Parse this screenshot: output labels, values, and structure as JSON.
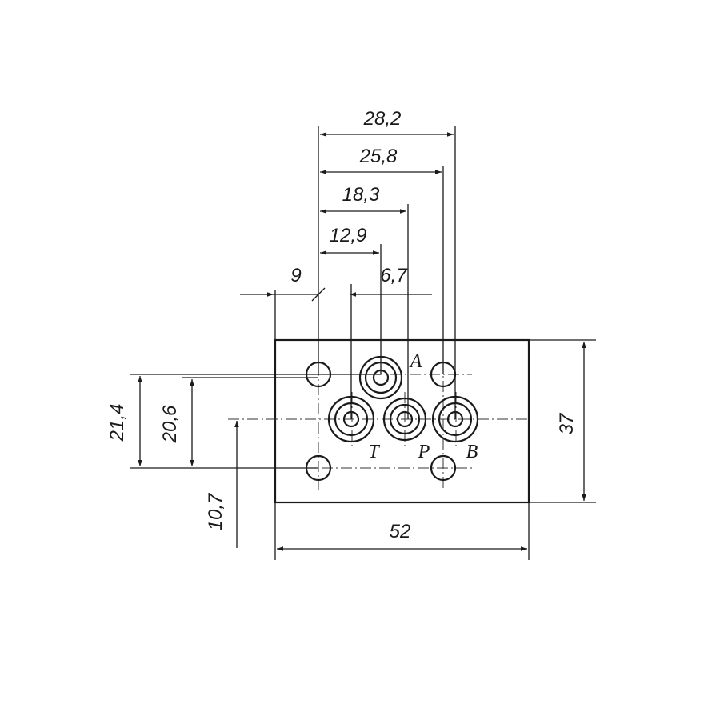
{
  "dimensions": {
    "d28_2": "28,2",
    "d25_8": "25,8",
    "d18_3": "18,3",
    "d12_9": "12,9",
    "d9": "9",
    "d6_7": "6,7",
    "d21_4": "21,4",
    "d20_6": "20,6",
    "d10_7": "10,7",
    "d37": "37",
    "d52": "52"
  },
  "ports": {
    "a": "A",
    "t": "T",
    "p": "P",
    "b": "B"
  }
}
